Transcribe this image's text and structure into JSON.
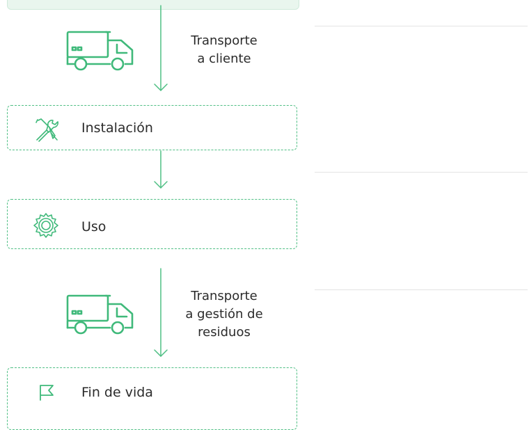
{
  "colors": {
    "accent": "#3fb97a",
    "top_fill": "#e9f6ee",
    "text": "#2b2b2b"
  },
  "steps": [
    {
      "type": "transport",
      "label_lines": [
        "Transporte",
        "a cliente"
      ],
      "icon": "truck-icon"
    },
    {
      "type": "stage",
      "label": "Instalación",
      "icon": "tools-icon"
    },
    {
      "type": "stage",
      "label": "Uso",
      "icon": "gear-icon"
    },
    {
      "type": "transport",
      "label_lines": [
        "Transporte",
        "a gestión de",
        "residuos"
      ],
      "icon": "truck-icon"
    },
    {
      "type": "stage",
      "label": "Fin de vida",
      "icon": "flag-icon"
    }
  ]
}
